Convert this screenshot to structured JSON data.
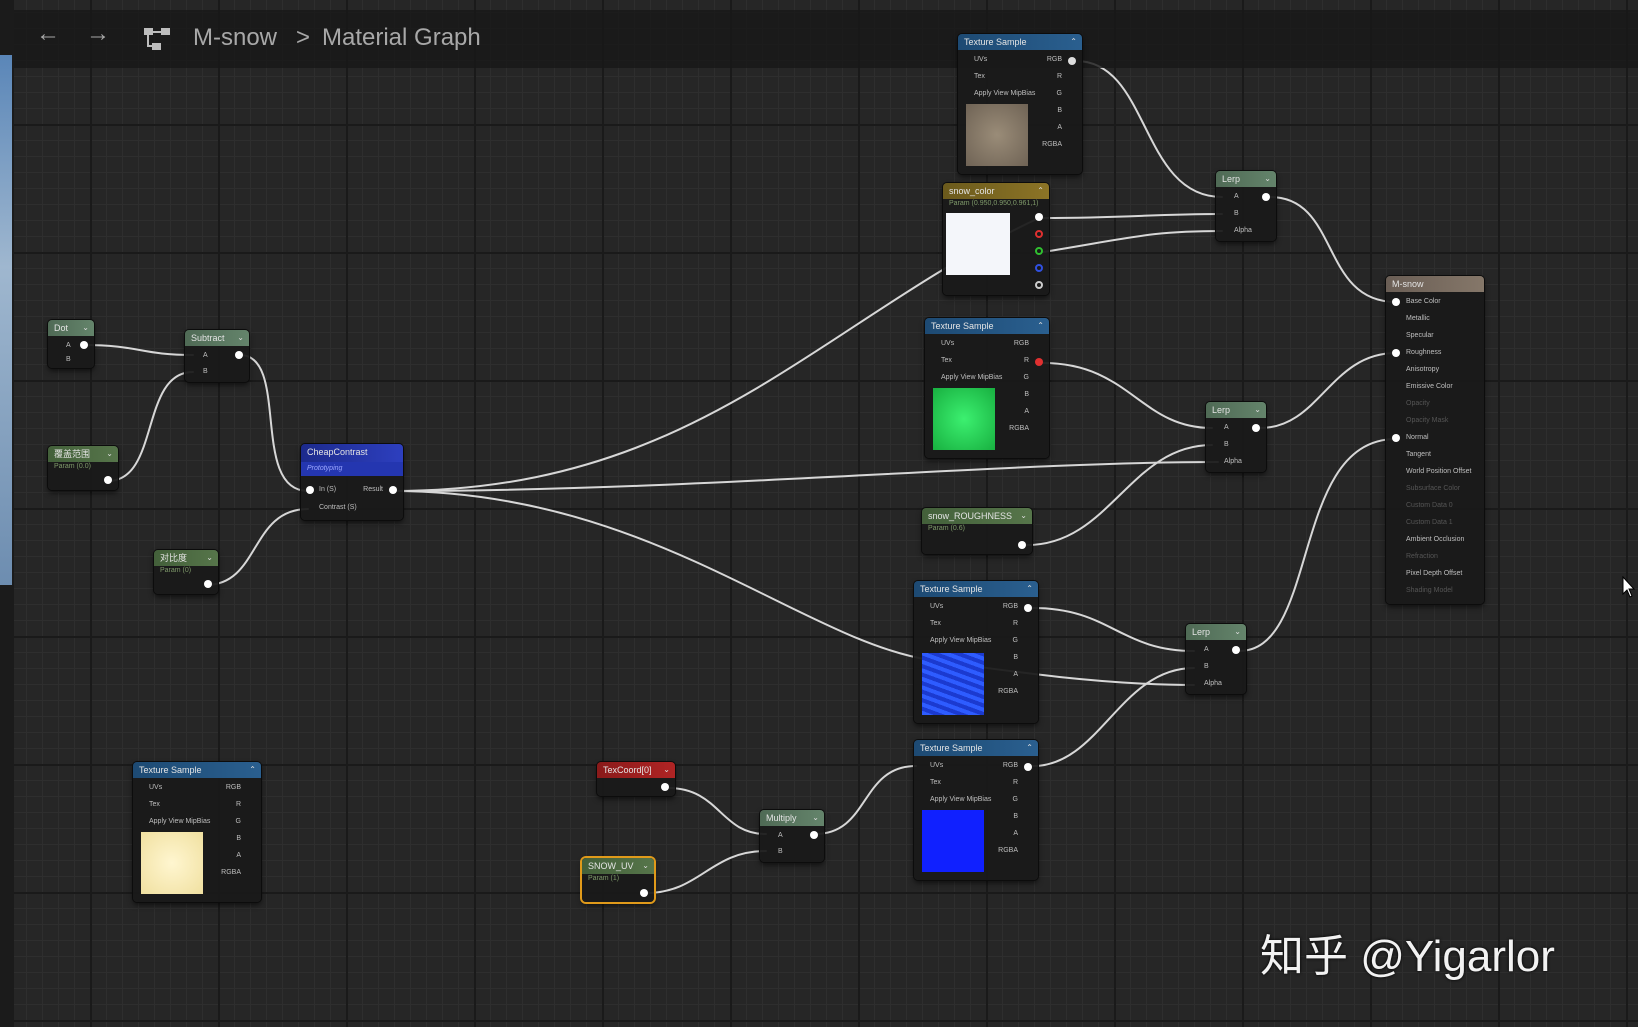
{
  "toolbar": {
    "back_glyph": "←",
    "forward_glyph": "→",
    "breadcrumb_root": "M-snow",
    "breadcrumb_sep": ">",
    "breadcrumb_current": "Material Graph"
  },
  "nodes": {
    "tex_top": {
      "title": "Texture Sample",
      "pins_in": [
        "UVs",
        "Tex",
        "Apply View MipBias"
      ],
      "pins_out": [
        "RGB",
        "R",
        "G",
        "B",
        "A",
        "RGBA"
      ]
    },
    "snow_color": {
      "title": "snow_color",
      "subtitle": "Param (0.950,0.950,0.961,1)"
    },
    "lerp1": {
      "title": "Lerp",
      "pins": [
        "A",
        "B",
        "Alpha"
      ]
    },
    "m_snow": {
      "title": "M-snow",
      "pins": [
        "Base Color",
        "Metallic",
        "Specular",
        "Roughness",
        "Anisotropy",
        "Emissive Color",
        "Opacity",
        "Opacity Mask",
        "Normal",
        "Tangent",
        "World Position Offset",
        "Subsurface Color",
        "Custom Data 0",
        "Custom Data 1",
        "Ambient Occlusion",
        "Refraction",
        "Pixel Depth Offset",
        "Shading Model"
      ]
    },
    "dot": {
      "title": "Dot",
      "pins": [
        "A",
        "B"
      ]
    },
    "subtract": {
      "title": "Subtract",
      "pins": [
        "A",
        "B"
      ]
    },
    "param_range": {
      "title": "覆盖范围",
      "subtitle": "Param (0.0)"
    },
    "cheap_contrast": {
      "title": "CheapContrast",
      "subtitle": "Prototyping",
      "pin_in": [
        "In (S)",
        "Contrast (S)"
      ],
      "pin_out": "Result"
    },
    "param_contrast": {
      "title": "对比度",
      "subtitle": "Param (0)"
    },
    "tex_green": {
      "title": "Texture Sample",
      "pins_in": [
        "UVs",
        "Tex",
        "Apply View MipBias"
      ],
      "pins_out": [
        "RGB",
        "R",
        "G",
        "B",
        "A",
        "RGBA"
      ]
    },
    "lerp2": {
      "title": "Lerp",
      "pins": [
        "A",
        "B",
        "Alpha"
      ]
    },
    "snow_roughness": {
      "title": "snow_ROUGHNESS",
      "subtitle": "Param (0.6)"
    },
    "tex_blue": {
      "title": "Texture Sample",
      "pins_in": [
        "UVs",
        "Tex",
        "Apply View MipBias"
      ],
      "pins_out": [
        "RGB",
        "R",
        "G",
        "B",
        "A",
        "RGBA"
      ]
    },
    "lerp3": {
      "title": "Lerp",
      "pins": [
        "A",
        "B",
        "Alpha"
      ]
    },
    "tex_bottom_left": {
      "title": "Texture Sample",
      "pins_in": [
        "UVs",
        "Tex",
        "Apply View MipBias"
      ],
      "pins_out": [
        "RGB",
        "R",
        "G",
        "B",
        "A",
        "RGBA"
      ]
    },
    "texcoord": {
      "title": "TexCoord[0]"
    },
    "multiply": {
      "title": "Multiply",
      "pins": [
        "A",
        "B"
      ]
    },
    "snow_uv": {
      "title": "SNOW_UV",
      "subtitle": "Param (1)"
    },
    "tex_deep_blue": {
      "title": "Texture Sample",
      "pins_in": [
        "UVs",
        "Tex",
        "Apply View MipBias"
      ],
      "pins_out": [
        "RGB",
        "R",
        "G",
        "B",
        "A",
        "RGBA"
      ]
    }
  },
  "colors": {
    "wire": "#e6e6e6",
    "pin_r": "#e03030",
    "pin_g": "#30c030",
    "pin_b": "#3050e0"
  },
  "watermark": "知乎 @Yigarlor"
}
